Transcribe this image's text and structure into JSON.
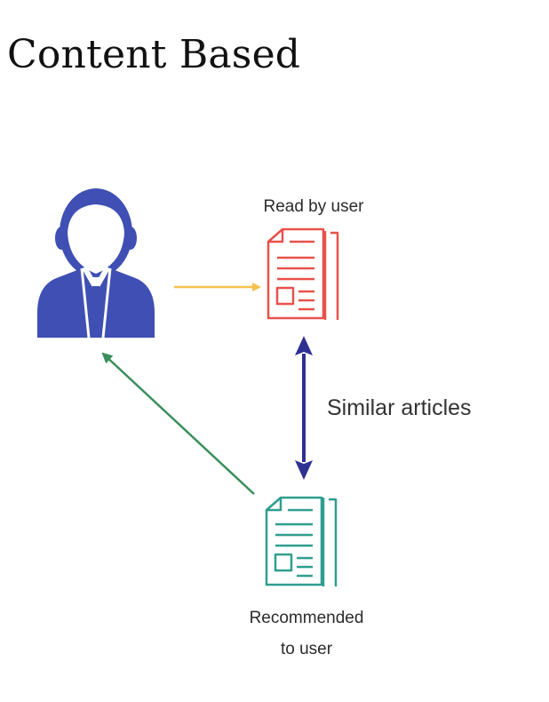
{
  "title": "Content Based",
  "labels": {
    "read_by_user": "Read by user",
    "similar_articles": "Similar articles",
    "recommended_line1": "Recommended",
    "recommended_line2": "to user"
  },
  "icons": {
    "user": "user-icon",
    "read_article": "document-icon",
    "recommended_article": "document-icon"
  },
  "colors": {
    "user": "#3f4fb4",
    "read_article": "#e8524a",
    "recommended_article": "#2f9e8f",
    "arrow_user_to_read": "#f2c14e",
    "arrow_similar": "#2e3192",
    "arrow_recommended_to_user": "#3a8f5c"
  }
}
